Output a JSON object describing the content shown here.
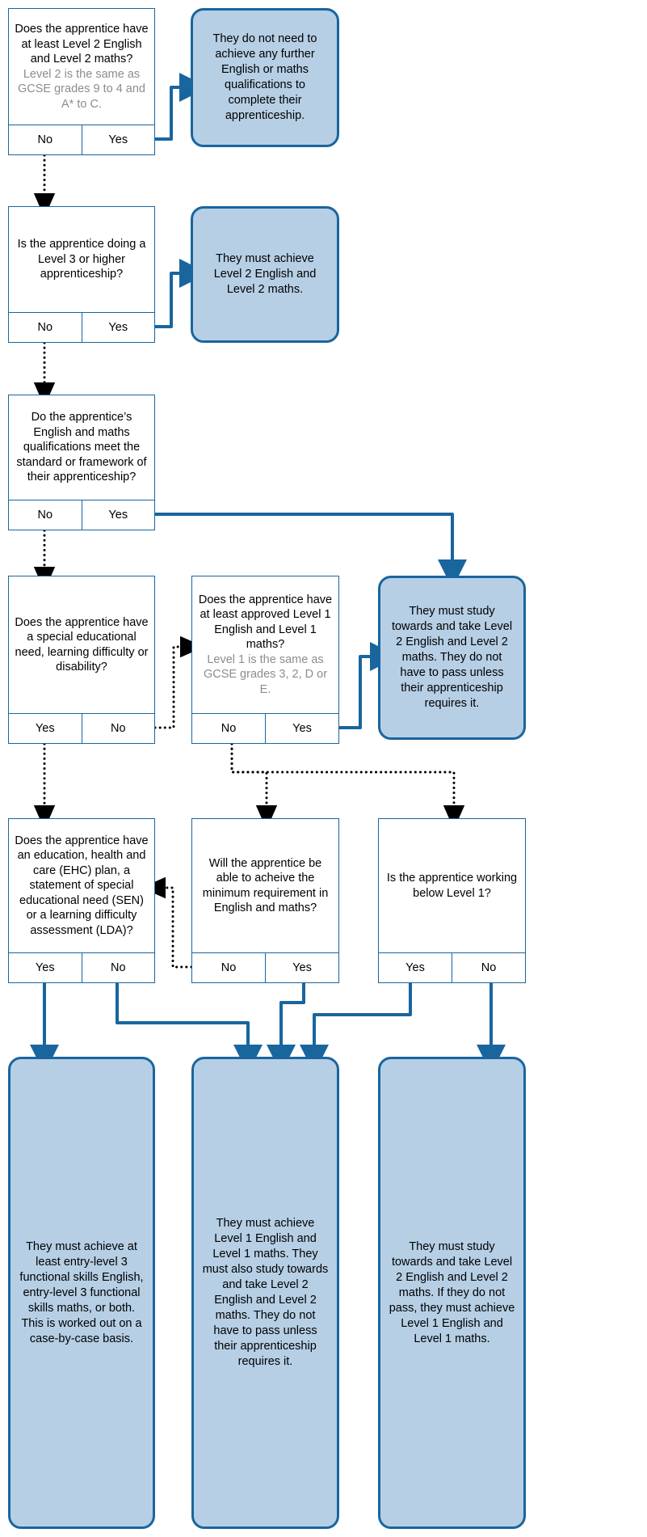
{
  "chart_data": {
    "type": "diagram",
    "title": "Apprenticeship English and maths requirements decision flowchart",
    "diagram_kind": "decision-flowchart"
  },
  "theme": {
    "line_color": "#19659e",
    "outcome_fill": "#b6cfe5",
    "outcome_border": "#19659e",
    "question_border": "#19659e",
    "hint_text_color": "#8d8d8d",
    "text_color": "#000000",
    "background": "#ffffff"
  },
  "labels": {
    "yes": "Yes",
    "no": "No"
  },
  "questions": {
    "q1": {
      "text": "Does the apprentice have at least Level 2 English and Level 2 maths?",
      "hint": "Level 2 is the same as GCSE grades 9 to 4 and A* to C.",
      "left_answer": "No",
      "right_answer": "Yes"
    },
    "q2": {
      "text": "Is the apprentice doing a Level 3 or higher apprenticeship?",
      "hint": "",
      "left_answer": "No",
      "right_answer": "Yes"
    },
    "q3": {
      "text": "Do the apprentice’s English and maths qualifications meet the standard or framework of their apprenticeship?",
      "hint": "",
      "left_answer": "No",
      "right_answer": "Yes"
    },
    "q4": {
      "text": "Does the apprentice have a special educational need, learning difficulty or disability?",
      "hint": "",
      "left_answer": "Yes",
      "right_answer": "No"
    },
    "q5": {
      "text": "Does the apprentice have at least approved Level 1 English and Level 1 maths?",
      "hint": "Level 1 is the same as GCSE grades 3, 2, D or E.",
      "left_answer": "No",
      "right_answer": "Yes"
    },
    "q6": {
      "text": "Does the apprentice have an education, health and care (EHC) plan, a statement of special educational need (SEN) or a learning difficulty assessment (LDA)?",
      "hint": "",
      "left_answer": "Yes",
      "right_answer": "No"
    },
    "q7": {
      "text": "Will the apprentice be able to acheive the minimum requirement in English and maths?",
      "hint": "",
      "left_answer": "No",
      "right_answer": "Yes"
    },
    "q8": {
      "text": "Is the apprentice working below Level 1?",
      "hint": "",
      "left_answer": "Yes",
      "right_answer": "No"
    }
  },
  "outcomes": {
    "o1": {
      "text": "They do not need to achieve any further English or maths qualifications to complete their apprenticeship."
    },
    "o2": {
      "text": "They must achieve Level 2 English and Level 2 maths."
    },
    "o3": {
      "text": "They must study towards and take Level 2 English and Level 2 maths. They do not have to pass unless their apprenticeship requires it."
    },
    "o4": {
      "text": "They must achieve at least entry-level 3 functional skills English, entry-level 3 functional skills maths, or both. This is worked out on a case-by-case basis."
    },
    "o5": {
      "text": "They must achieve Level 1 English and Level 1 maths. They must also study towards and take Level 2 English and Level 2 maths. They do not have to pass unless their apprenticeship requires it."
    },
    "o6": {
      "text": "They must study towards and take Level 2 English and Level 2 maths. If they do not pass, they must achieve Level 1 English and Level 1 maths."
    }
  }
}
